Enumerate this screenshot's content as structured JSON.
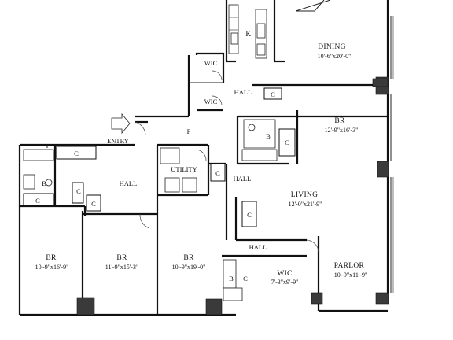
{
  "rooms": {
    "dining": {
      "name": "DINING",
      "dims": "10'-6\"x20'-0\""
    },
    "br_upper": {
      "name": "BR",
      "dims": "12'-9\"x16'-3\""
    },
    "living": {
      "name": "LIVING",
      "dims": "12'-0\"x21'-9\""
    },
    "parlor": {
      "name": "PARLOR",
      "dims": "10'-9\"x11'-9\""
    },
    "wic_small": {
      "name": "WIC",
      "dims": "7'-3\"x9'-9\""
    },
    "br_1": {
      "name": "BR",
      "dims": "10'-9\"x16'-9\""
    },
    "br_2": {
      "name": "BR",
      "dims": "11'-9\"x15'-3\""
    },
    "br_3": {
      "name": "BR",
      "dims": "10'-9\"x19'-0\""
    }
  },
  "labels": {
    "kitchen": "K",
    "wic": "WIC",
    "hall": "HALL",
    "foyer": "F",
    "entry": "ENTRY",
    "utility": "UTILITY",
    "closet": "C",
    "bath": "B"
  }
}
